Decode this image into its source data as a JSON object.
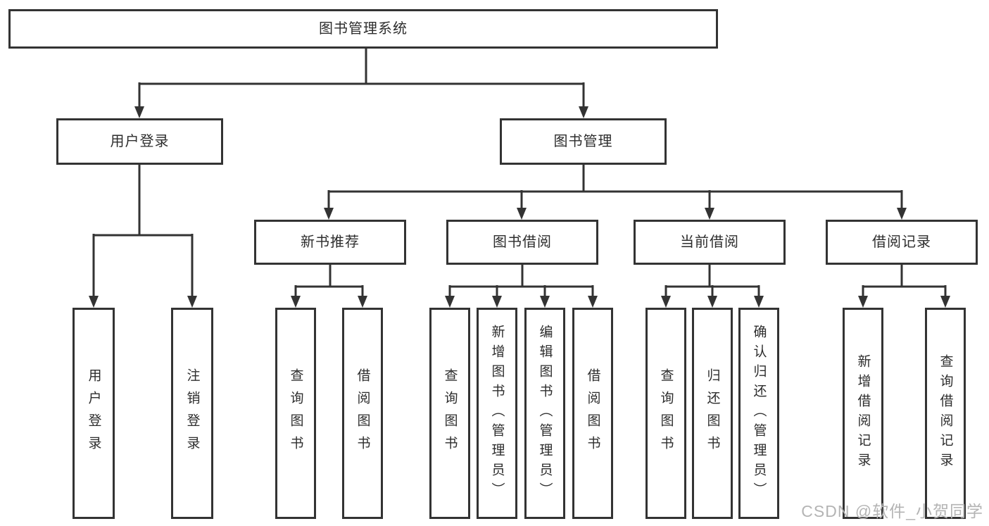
{
  "diagram": {
    "title": "图书管理系统",
    "branches": [
      {
        "label": "用户登录",
        "children": [
          "用户登录",
          "注销登录"
        ]
      },
      {
        "label": "图书管理",
        "sections": [
          {
            "label": "新书推荐",
            "children": [
              "查询图书",
              "借阅图书"
            ]
          },
          {
            "label": "图书借阅",
            "children": [
              "查询图书",
              "新增图书（管理员）",
              "编辑图书（管理员）",
              "借阅图书"
            ]
          },
          {
            "label": "当前借阅",
            "children": [
              "查询图书",
              "归还图书",
              "确认归还（管理员）"
            ]
          },
          {
            "label": "借阅记录",
            "children": [
              "新增借阅记录",
              "查询借阅记录"
            ]
          }
        ]
      }
    ]
  },
  "watermark": "CSDN @软件_小贺同学",
  "colors": {
    "line": "#333333",
    "box_border": "#333333",
    "text": "#2d2d2d",
    "watermark": "#b4b4b4",
    "background": "#ffffff"
  }
}
